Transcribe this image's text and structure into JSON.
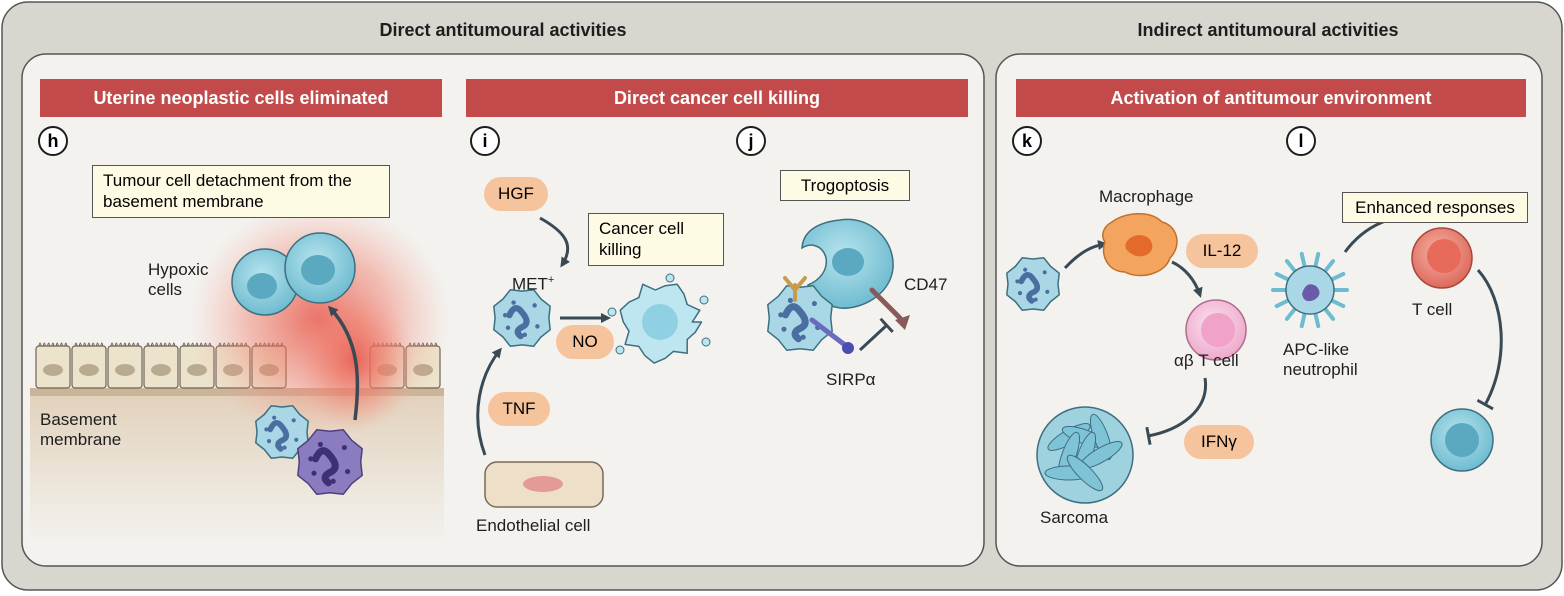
{
  "headers": {
    "direct": "Direct antitumoural activities",
    "indirect": "Indirect antitumoural activities"
  },
  "banners": {
    "uterine": "Uterine neoplastic cells eliminated",
    "direct_killing": "Direct cancer cell killing",
    "activation": "Activation of antitumour environment"
  },
  "panels": {
    "h": "h",
    "i": "i",
    "j": "j",
    "k": "k",
    "l": "l"
  },
  "panel_h": {
    "box": "Tumour cell detachment from the basement membrane",
    "hypoxic": "Hypoxic cells",
    "basement": "Basement membrane"
  },
  "panel_i": {
    "hgf": "HGF",
    "met": "MET",
    "met_sup": "+",
    "box": "Cancer cell killing",
    "no": "NO",
    "tnf": "TNF",
    "endothelial": "Endothelial cell"
  },
  "panel_j": {
    "box": "Trogoptosis",
    "cd47": "CD47",
    "sirpa": "SIRPα"
  },
  "panel_k": {
    "macrophage": "Macrophage",
    "il12": "IL-12",
    "abt": "αβ T cell",
    "ifng": "IFNγ",
    "sarcoma": "Sarcoma"
  },
  "panel_l": {
    "box": "Enhanced responses",
    "tcell": "T cell",
    "apc": "APC-like neutrophil"
  },
  "colors": {
    "outer_bg": "#d9d6cf",
    "panel_bg": "#f3f2ef",
    "banner": "#c24a4a",
    "pill": "#f6c49c",
    "note_box": "#fdfbe3",
    "tumour_cell": "#7ec8d8",
    "neutrophil": "#a9d7e6",
    "macrophage": "#f3a55f",
    "t_cell": "#e37a6e",
    "ab_t_cell": "#f2b7d4",
    "tissue": "#e7dac7",
    "hypoxia_glow": "#e8564a"
  },
  "icons": [
    "neutrophil-icon",
    "tumour-cell-icon",
    "macrophage-icon",
    "t-cell-icon",
    "endothelial-cell-icon",
    "sarcoma-icon",
    "apc-neutrophil-icon"
  ]
}
